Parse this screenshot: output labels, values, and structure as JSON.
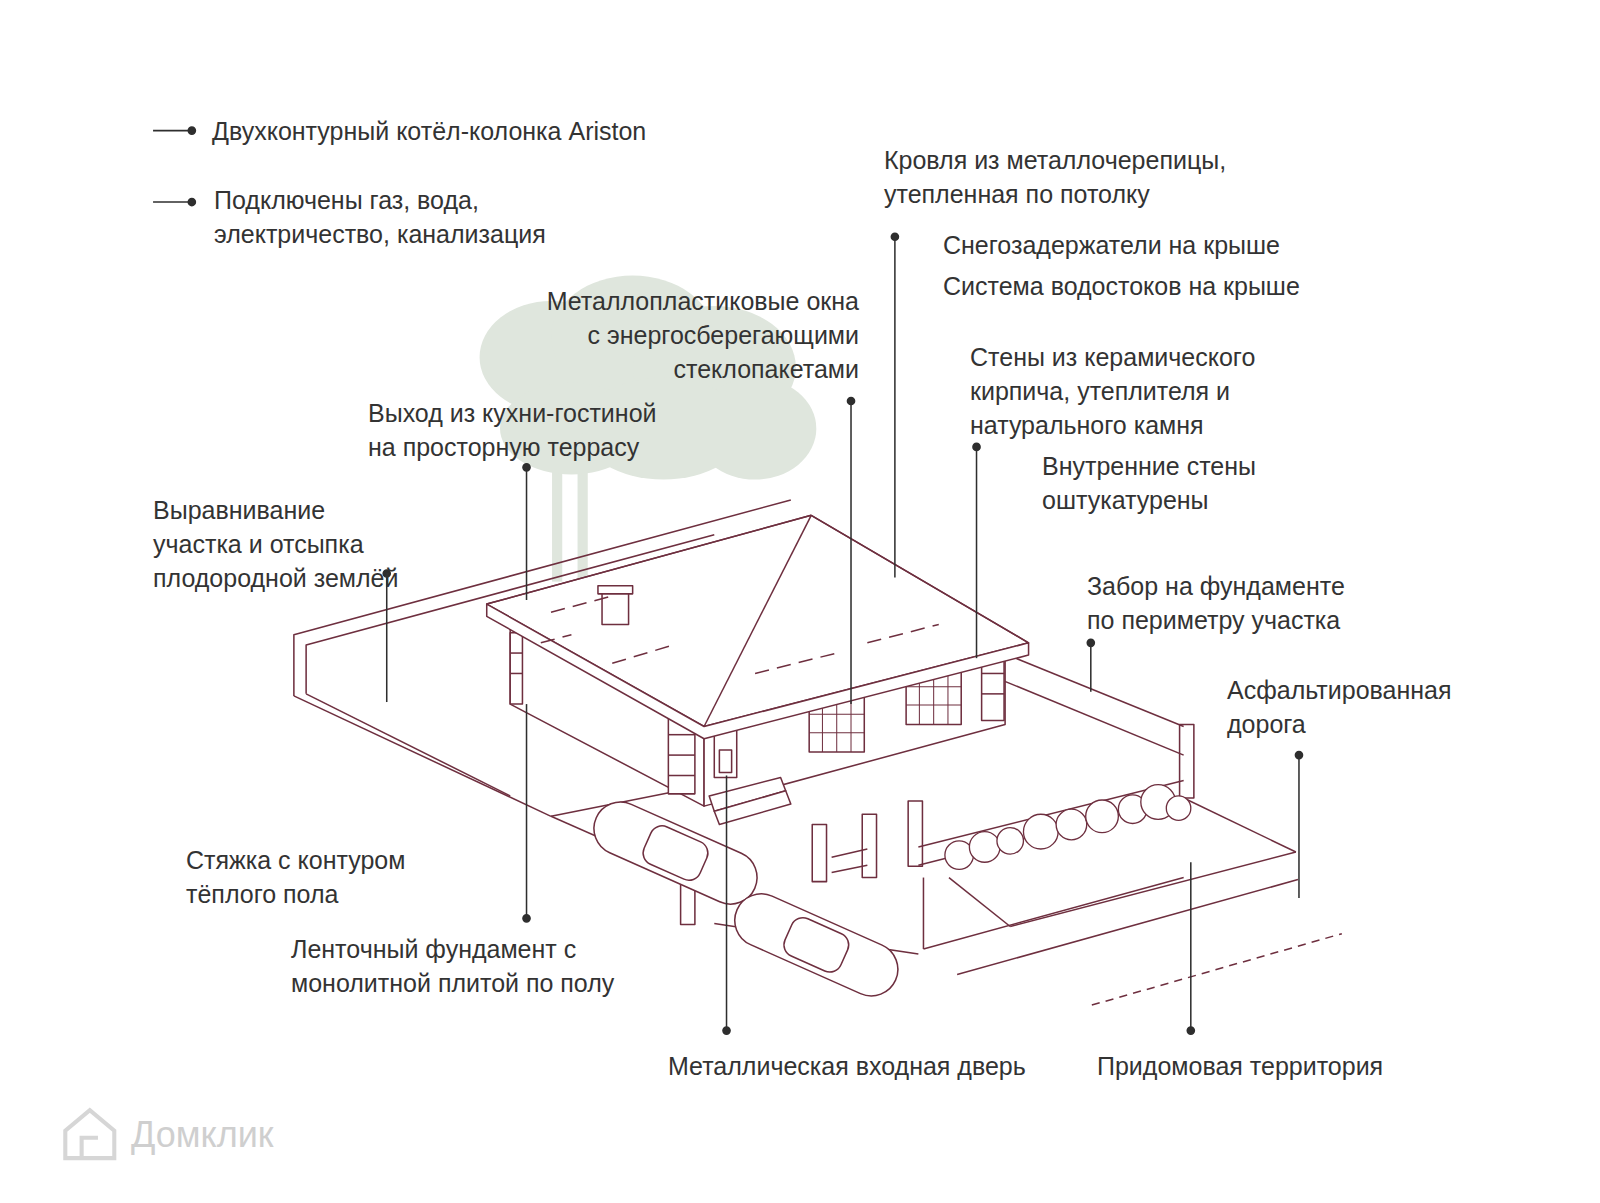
{
  "diagram": {
    "labels": [
      "Двухконтурный котёл-колонка Ariston",
      "Подключены газ, вода, электричество, канализация",
      "Кровля из металлочерепицы, утепленная по потолку",
      "Снегозадержатели на крыше",
      "Система водостоков на крыше",
      "Металлопластиковые окна с энергосберегающими стеклопакетами",
      "Выход из кухни-гостиной на просторную террасу",
      "Стены из керамического кирпича, утеплителя и натурального камня",
      "Внутренние стены оштукатурены",
      "Выравнивание участка и отсыпка плодородной землёй",
      "Забор на фундаменте по периметру участка",
      "Асфальтированная дорога",
      "Стяжка с контуром тёплого пола",
      "Ленточный фундамент с монолитной плитой по полу",
      "Металлическая входная дверь",
      "Придомовая территория",
      "Домклик"
    ]
  }
}
